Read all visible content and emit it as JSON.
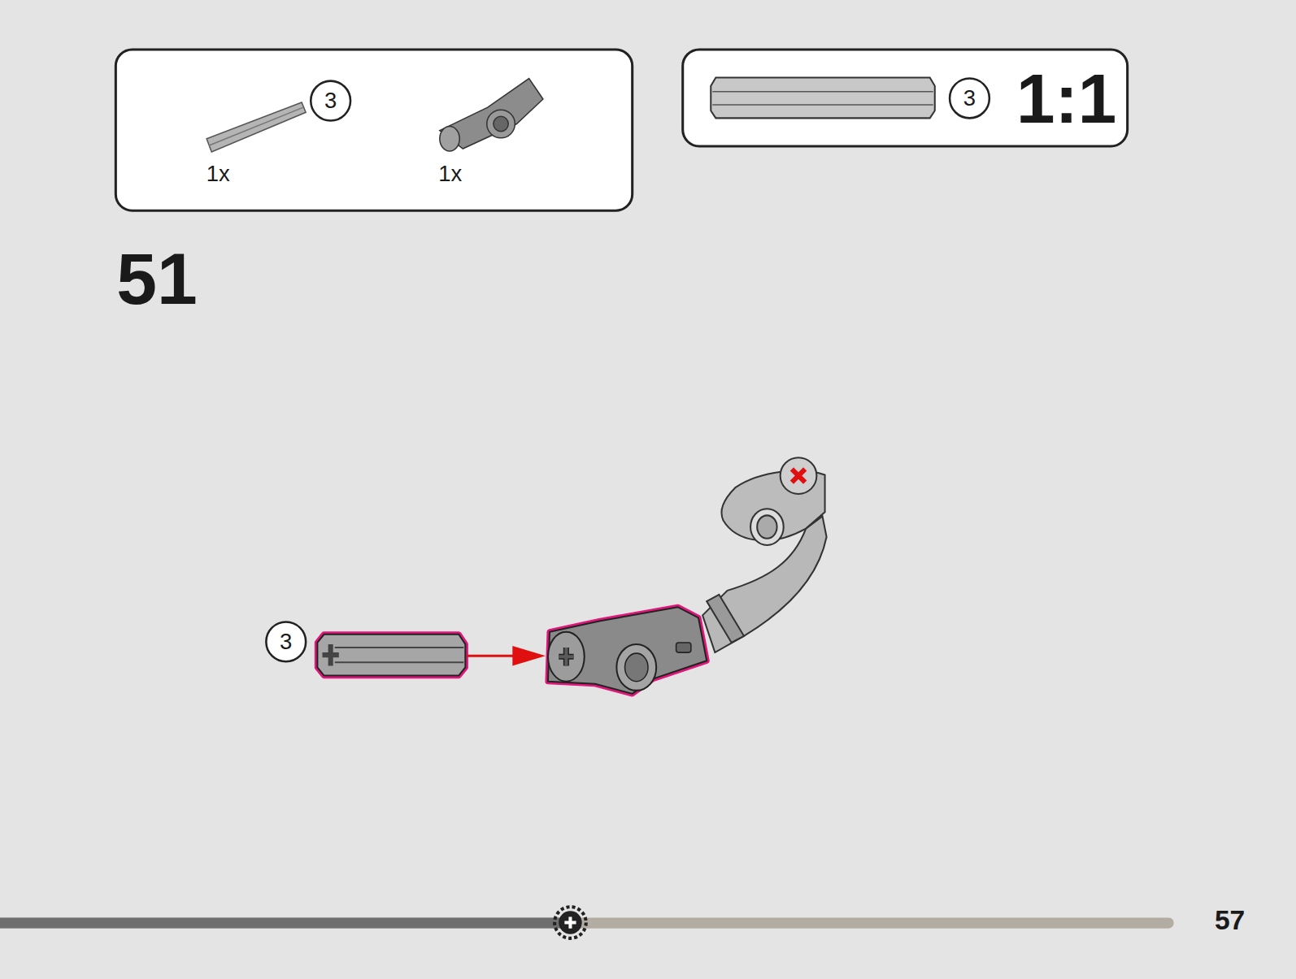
{
  "diagram": {
    "labels": [
      "3",
      "1x",
      "1x",
      "3",
      "1:1",
      "51",
      "3",
      "57"
    ]
  }
}
